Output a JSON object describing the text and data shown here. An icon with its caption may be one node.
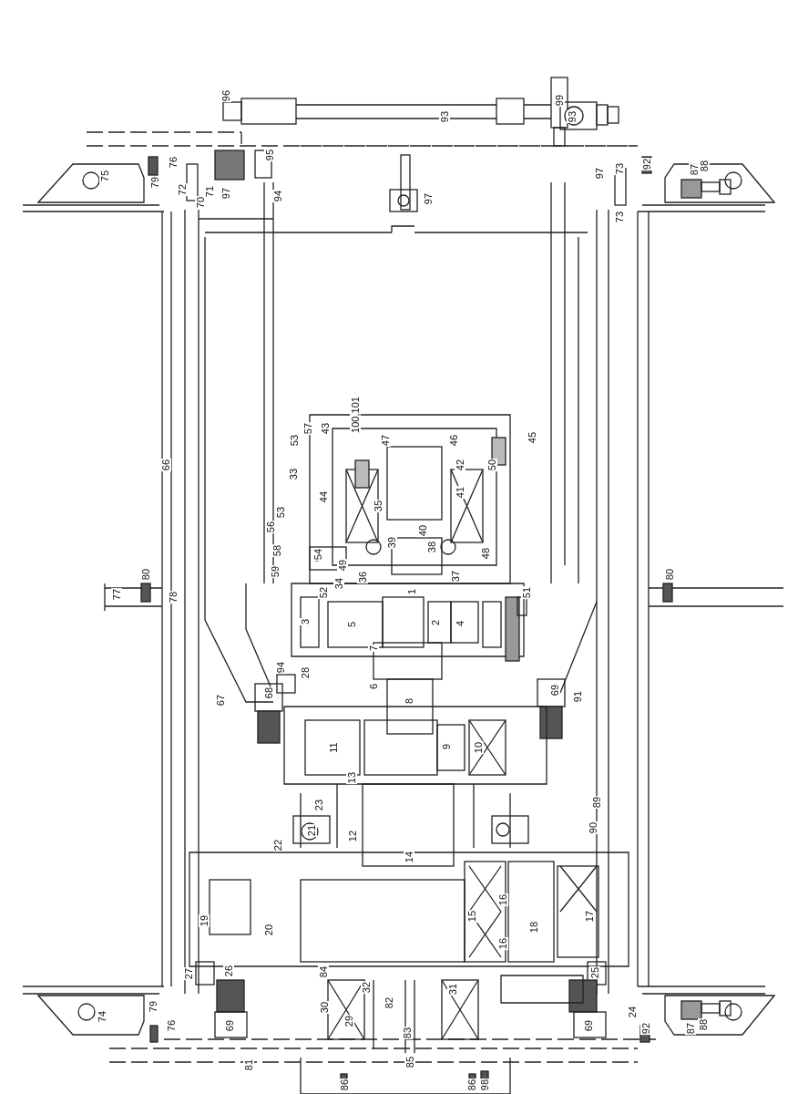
{
  "diagram": {
    "labels": [
      "96",
      "93",
      "99",
      "93",
      "95",
      "75",
      "76",
      "79",
      "72",
      "71",
      "70",
      "97",
      "94",
      "97",
      "73",
      "97",
      "92",
      "87",
      "88",
      "73",
      "100,101",
      "57",
      "53",
      "43",
      "47",
      "46",
      "45",
      "42",
      "50",
      "33",
      "44",
      "41",
      "35",
      "53",
      "56",
      "40",
      "58",
      "54",
      "39",
      "38",
      "48",
      "49",
      "59",
      "34",
      "36",
      "37",
      "66",
      "1",
      "51",
      "80",
      "77",
      "78",
      "80",
      "52",
      "3",
      "5",
      "2",
      "4",
      "7",
      "94",
      "28",
      "67",
      "68",
      "6",
      "8",
      "69",
      "91",
      "11",
      "9",
      "10",
      "13",
      "23",
      "89",
      "21",
      "12",
      "90",
      "22",
      "14",
      "19",
      "20",
      "15",
      "16",
      "18",
      "17",
      "16",
      "27",
      "26",
      "84",
      "25",
      "82",
      "32",
      "31",
      "30",
      "29",
      "74",
      "79",
      "76",
      "69",
      "24",
      "69",
      "92",
      "87",
      "88",
      "83",
      "81",
      "85",
      "86",
      "86",
      "98"
    ]
  }
}
